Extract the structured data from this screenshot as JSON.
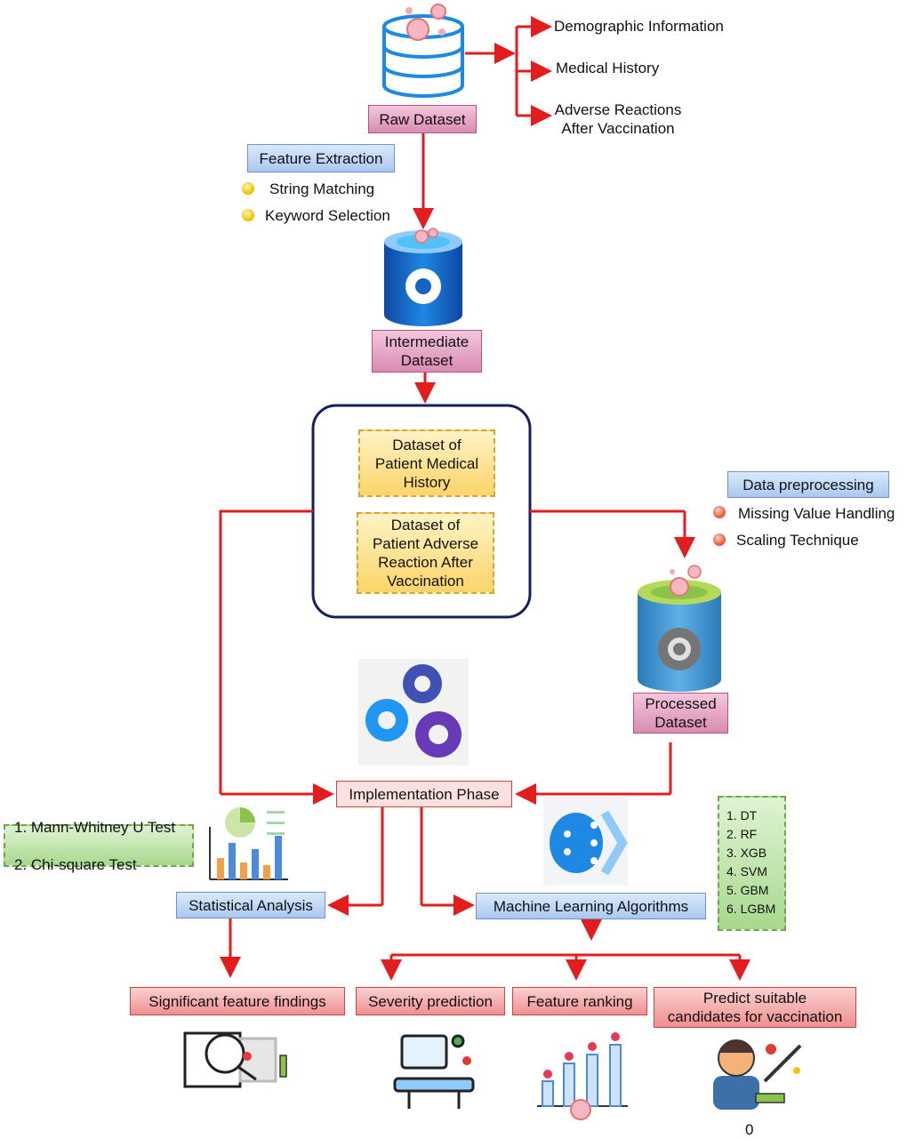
{
  "nodes": {
    "raw_dataset": "Raw Dataset",
    "intermediate_dataset": "Intermediate\nDataset",
    "processed_dataset": "Processed\nDataset",
    "implementation_phase": "Implementation Phase",
    "statistical_analysis": "Statistical Analysis",
    "ml_algorithms": "Machine Learning Algorithms"
  },
  "raw_attributes": [
    "Demographic Information",
    "Medical History",
    "Adverse Reactions\nAfter Vaccination"
  ],
  "feature_extraction": {
    "title": "Feature Extraction",
    "items": [
      "String Matching",
      "Keyword Selection"
    ]
  },
  "data_preprocessing": {
    "title": "Data preprocessing",
    "items": [
      "Missing Value Handling",
      "Scaling Technique"
    ]
  },
  "sub_datasets": [
    "Dataset of\nPatient Medical\nHistory",
    "Dataset of\nPatient Adverse\nReaction After\nVaccination"
  ],
  "statistical_tests": [
    "1. Mann-Whitney U Test",
    "2. Chi-square Test"
  ],
  "ml_list": [
    "1. DT",
    "2. RF",
    "3. XGB",
    "4. SVM",
    "5. GBM",
    "6. LGBM"
  ],
  "outputs": [
    "Significant feature findings",
    "Severity prediction",
    "Feature ranking",
    "Predict suitable\ncandidates for vaccination"
  ],
  "footer_value": "0",
  "colors": {
    "arrow": "#e31d1d",
    "db_blue": "#1565c0",
    "gear_blue": "#3f51b5",
    "gear_purple": "#673ab7",
    "gear_light": "#2196f3"
  }
}
